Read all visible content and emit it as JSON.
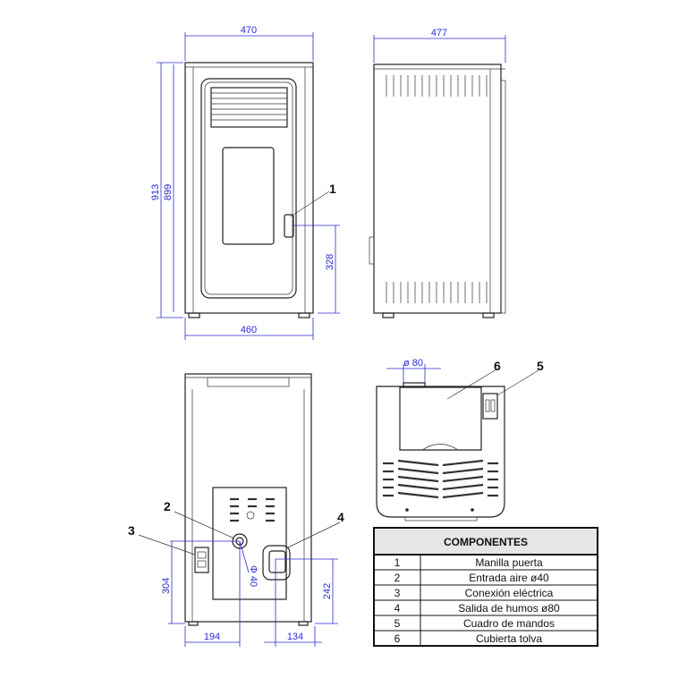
{
  "views": {
    "front": {
      "width_top": "470",
      "height_total": "913",
      "height_body": "899",
      "width_bottom": "460",
      "handle_height": "328",
      "callout": "1"
    },
    "side": {
      "depth": "477"
    },
    "back": {
      "air_inlet_height": "304",
      "air_inlet_offset": "194",
      "air_inlet_diameter": "Φ 40",
      "flue_offset": "134",
      "flue_height": "242",
      "callouts": [
        "2",
        "3",
        "4"
      ]
    },
    "top": {
      "flue_diameter": "ø 80",
      "callouts": [
        "6",
        "5"
      ]
    }
  },
  "table": {
    "title": "COMPONENTES",
    "rows": [
      {
        "num": "1",
        "name": "Manilla puerta"
      },
      {
        "num": "2",
        "name": "Entrada aire ø40"
      },
      {
        "num": "3",
        "name": "Conexión eléctrica"
      },
      {
        "num": "4",
        "name": "Salida de humos ø80"
      },
      {
        "num": "5",
        "name": "Cuadro de mandos"
      },
      {
        "num": "6",
        "name": "Cubierta tolva"
      }
    ]
  },
  "colors": {
    "dimension": "#2b2bd0",
    "header_bg": "#e6e6e6"
  }
}
